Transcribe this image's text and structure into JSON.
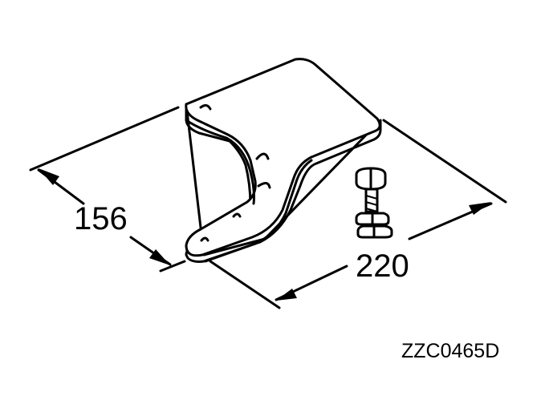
{
  "dimensions": {
    "width_label": "156",
    "length_label": "220"
  },
  "figure_ref": "ZZC0465D",
  "colors": {
    "ink": "#000000",
    "paper": "#ffffff"
  }
}
